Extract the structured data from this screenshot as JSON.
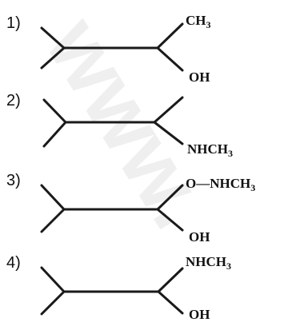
{
  "watermark": "www.",
  "options": [
    {
      "number": "1)",
      "top_group_main": "CH",
      "top_group_sub": "3",
      "bottom_group": "OH"
    },
    {
      "number": "2)",
      "bottom_group_main": "NHCH",
      "bottom_group_sub": "3"
    },
    {
      "number": "3)",
      "top_group_main": "O—NHCH",
      "top_group_sub": "3",
      "bottom_group": "OH"
    },
    {
      "number": "4)",
      "top_group_main": "NHCH",
      "top_group_sub": "3",
      "bottom_group": "OH"
    }
  ]
}
